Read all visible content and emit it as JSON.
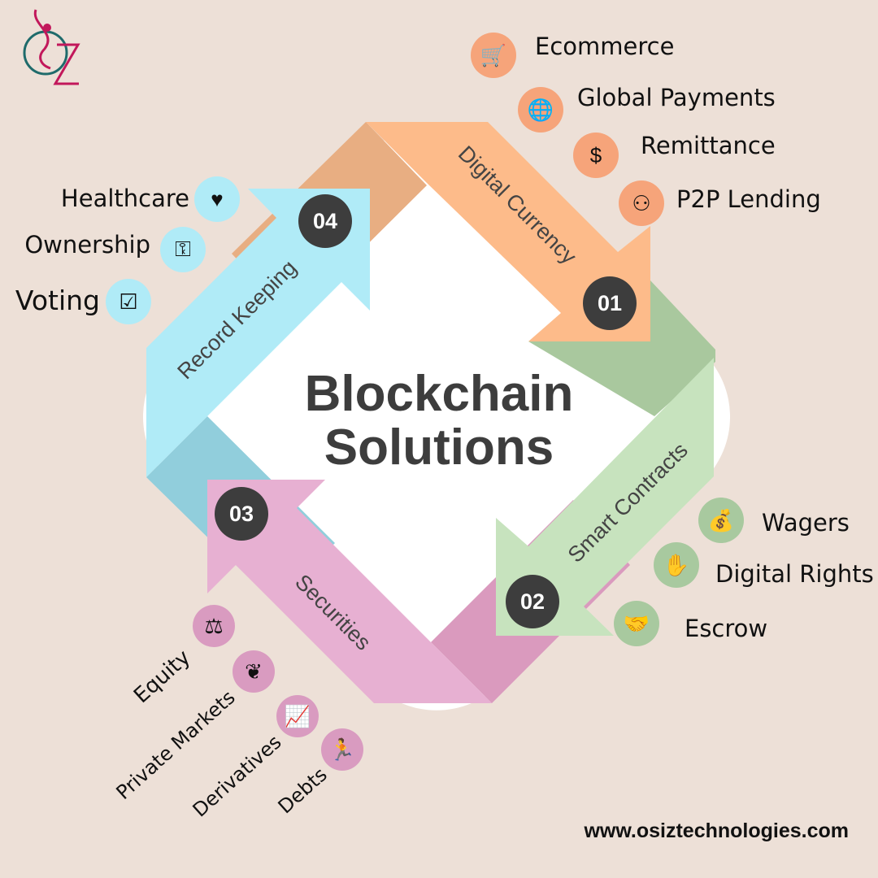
{
  "title": {
    "line1": "Blockchain",
    "line2": "Solutions"
  },
  "logo": {
    "text": "OZ"
  },
  "colors": {
    "background": "#EDE0D7",
    "orange": "#FDBB8A",
    "green": "#C7E3BE",
    "pink": "#E7B0D2",
    "blue": "#B0EBF7",
    "badge": "#3D3D3D"
  },
  "steps": [
    {
      "number": "01",
      "label": "Digital Currency",
      "items": [
        {
          "label": "Ecommerce",
          "icon": "cart-globe-icon"
        },
        {
          "label": "Global Payments",
          "icon": "globe-coins-icon"
        },
        {
          "label": "Remittance",
          "icon": "dollar-transfer-icon"
        },
        {
          "label": "P2P Lending",
          "icon": "people-network-icon"
        }
      ]
    },
    {
      "number": "02",
      "label": "Smart Contracts",
      "items": [
        {
          "label": "Wagers",
          "icon": "money-bag-hand-icon"
        },
        {
          "label": "Digital Rights",
          "icon": "circuit-hand-icon"
        },
        {
          "label": "Escrow",
          "icon": "handshake-contract-icon"
        }
      ]
    },
    {
      "number": "03",
      "label": "Securities",
      "items": [
        {
          "label": "Equity",
          "icon": "balance-scale-icon"
        },
        {
          "label": "Private Markets",
          "icon": "plant-hand-icon"
        },
        {
          "label": "Derivatives",
          "icon": "growth-chart-icon"
        },
        {
          "label": "Debts",
          "icon": "running-money-icon"
        }
      ]
    },
    {
      "number": "04",
      "label": "Record Keeping",
      "items": [
        {
          "label": "Healthcare",
          "icon": "heart-hand-icon"
        },
        {
          "label": "Ownership",
          "icon": "key-hand-icon"
        },
        {
          "label": "Voting",
          "icon": "ballot-box-icon"
        }
      ]
    }
  ],
  "footer": {
    "website": "www.osiztechnologies.com"
  }
}
